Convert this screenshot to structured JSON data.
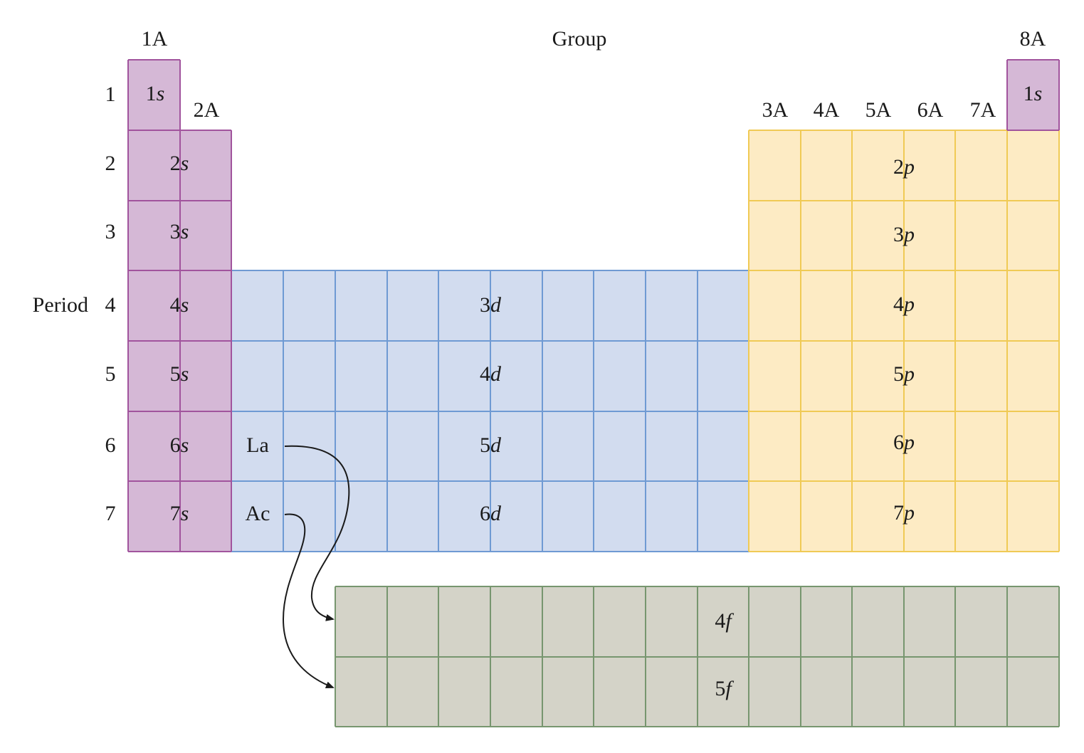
{
  "colors": {
    "s_fill": "#d5b8d6",
    "s_stroke": "#a1549d",
    "p_fill": "#fdebc4",
    "p_stroke": "#f0ca55",
    "d_fill": "#d2dcef",
    "d_stroke": "#6f9ad3",
    "f_fill": "#d4d3c8",
    "f_stroke": "#77966f"
  },
  "labels": {
    "group_title": "Group",
    "period_title": "Period",
    "group_1A": "1A",
    "group_2A": "2A",
    "group_3A": "3A",
    "group_4A": "4A",
    "group_5A": "5A",
    "group_6A": "6A",
    "group_7A": "7A",
    "group_8A": "8A",
    "periods": [
      "1",
      "2",
      "3",
      "4",
      "5",
      "6",
      "7"
    ],
    "la": "La",
    "ac": "Ac"
  },
  "blocks": {
    "s": [
      {
        "num": "1",
        "letter": "s"
      },
      {
        "num": "2",
        "letter": "s"
      },
      {
        "num": "3",
        "letter": "s"
      },
      {
        "num": "4",
        "letter": "s"
      },
      {
        "num": "5",
        "letter": "s"
      },
      {
        "num": "6",
        "letter": "s"
      },
      {
        "num": "7",
        "letter": "s"
      }
    ],
    "s_8A": {
      "num": "1",
      "letter": "s"
    },
    "p": [
      {
        "num": "2",
        "letter": "p"
      },
      {
        "num": "3",
        "letter": "p"
      },
      {
        "num": "4",
        "letter": "p"
      },
      {
        "num": "5",
        "letter": "p"
      },
      {
        "num": "6",
        "letter": "p"
      },
      {
        "num": "7",
        "letter": "p"
      }
    ],
    "d": [
      {
        "num": "3",
        "letter": "d"
      },
      {
        "num": "4",
        "letter": "d"
      },
      {
        "num": "5",
        "letter": "d"
      },
      {
        "num": "6",
        "letter": "d"
      }
    ],
    "f": [
      {
        "num": "4",
        "letter": "f"
      },
      {
        "num": "5",
        "letter": "f"
      }
    ]
  }
}
